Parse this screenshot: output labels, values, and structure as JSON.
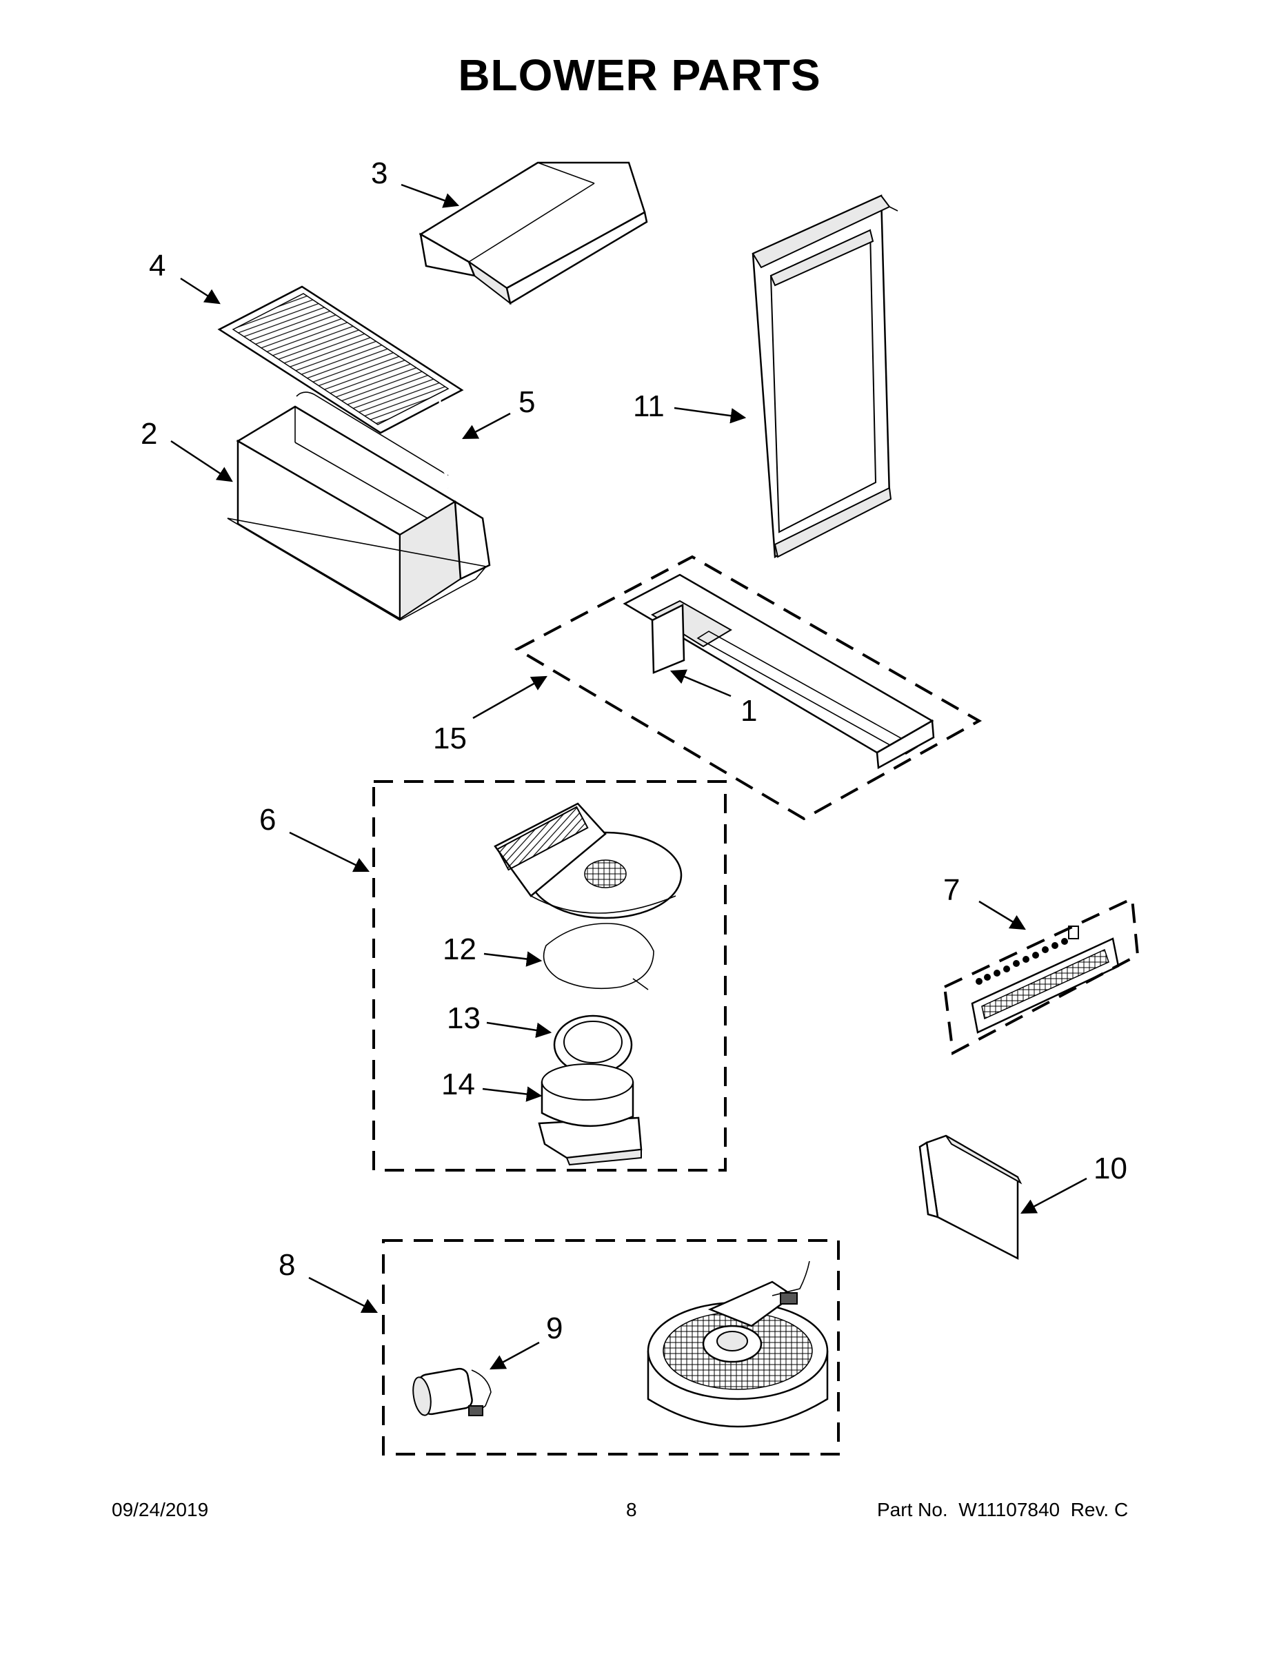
{
  "title": "BLOWER PARTS",
  "callouts": [
    "1",
    "2",
    "3",
    "4",
    "5",
    "6",
    "7",
    "8",
    "9",
    "10",
    "11",
    "12",
    "13",
    "14",
    "15"
  ],
  "footer": {
    "date": "09/24/2019",
    "page_number": "8",
    "part_label": "Part No.",
    "part_number": "W11107840",
    "revision": "Rev. C"
  }
}
